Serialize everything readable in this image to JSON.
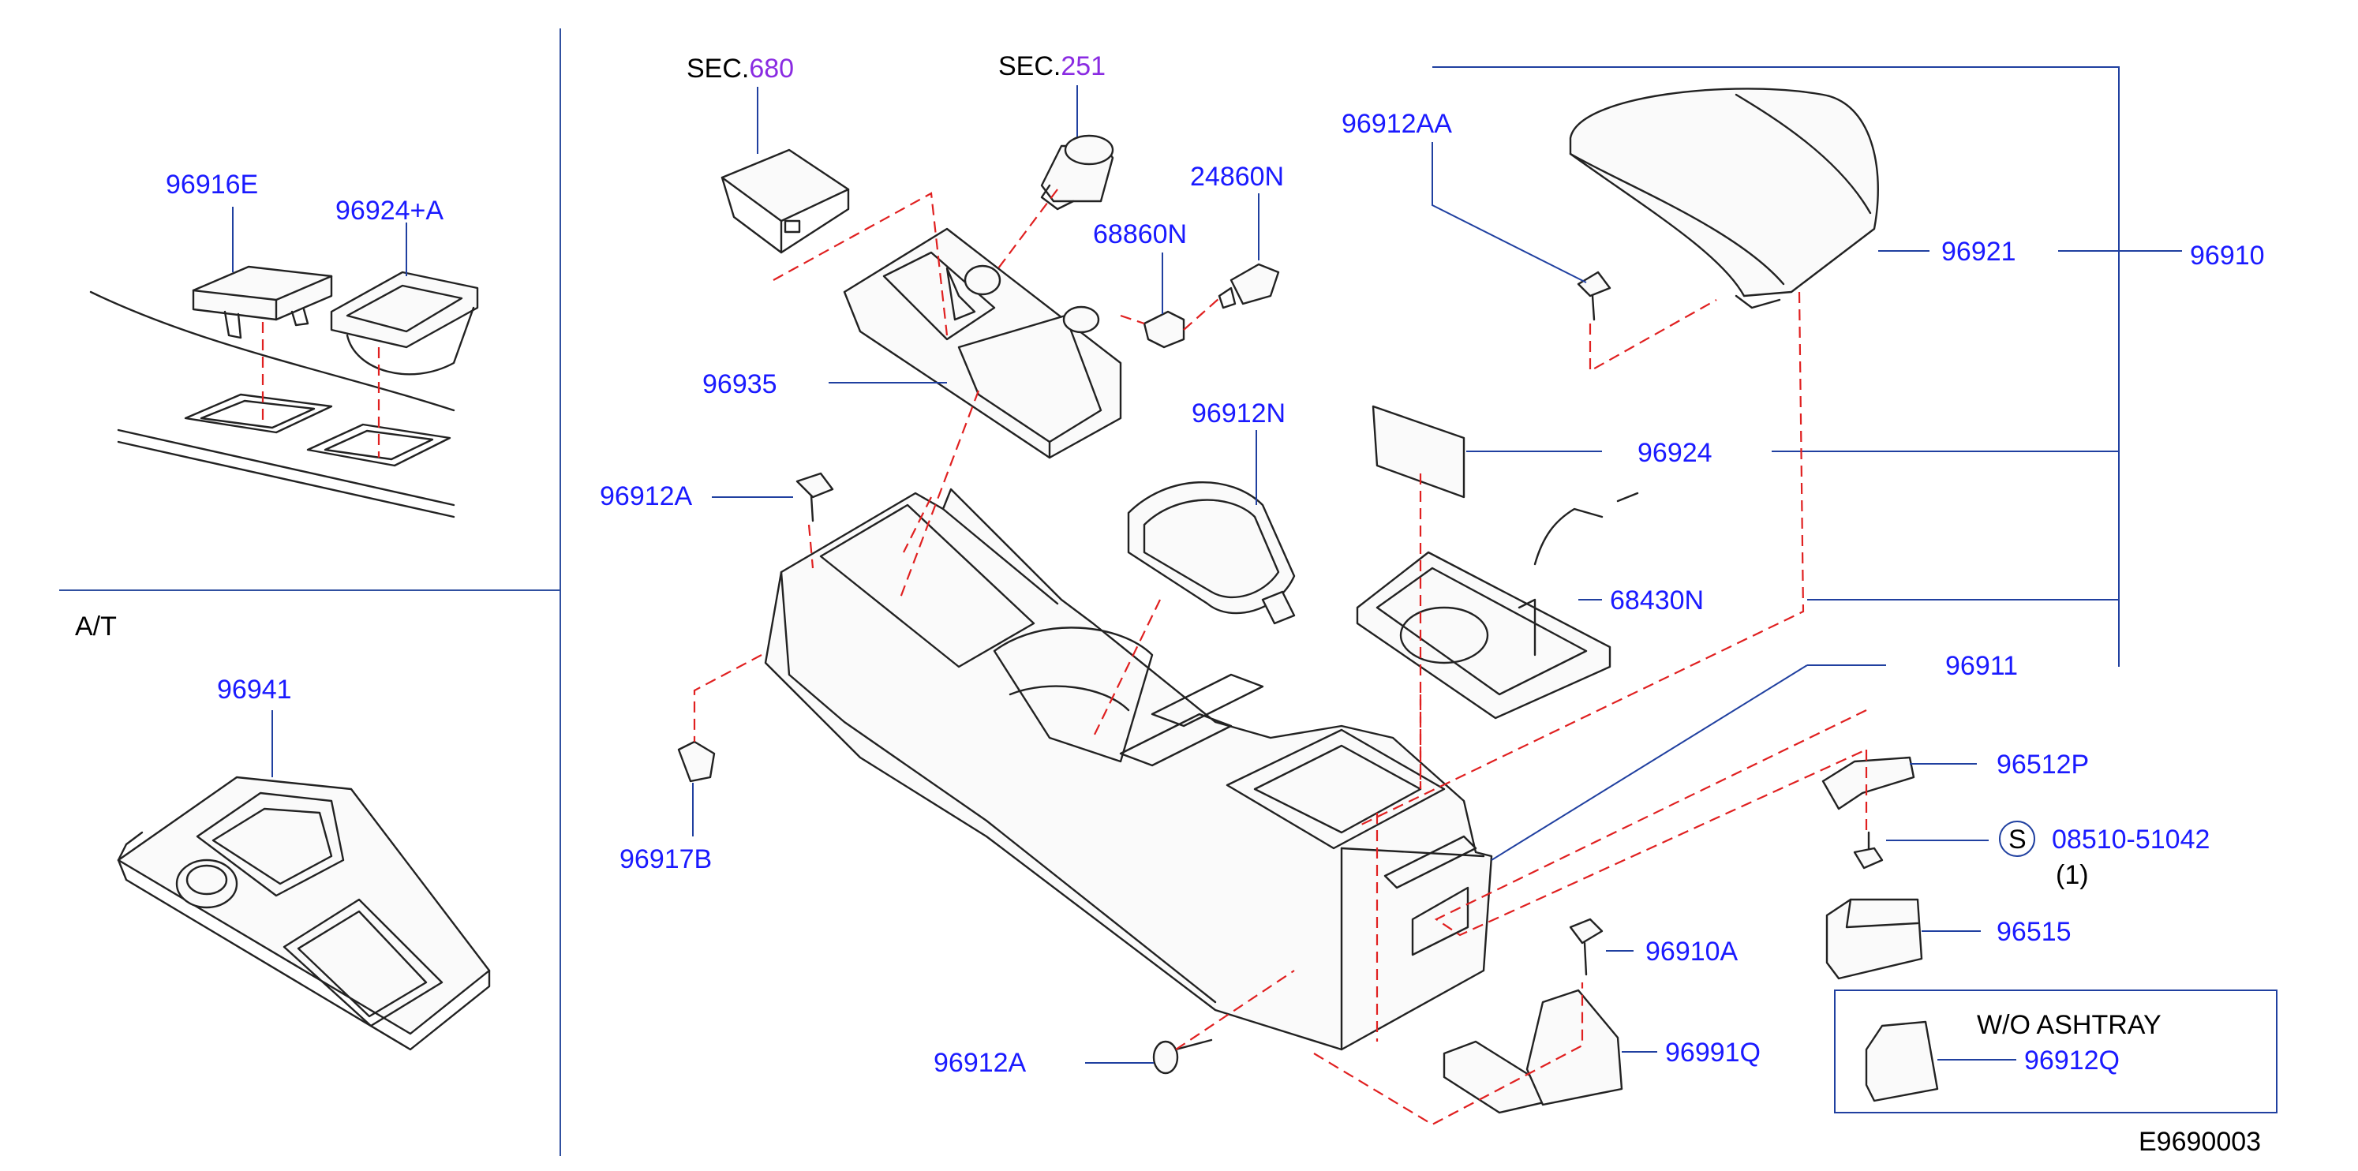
{
  "labels": {
    "sec680_prefix": "SEC.",
    "sec680_num": "680",
    "sec251_prefix": "SEC.",
    "sec251_num": "251",
    "p96916E": "96916E",
    "p96924A": "96924+A",
    "at": "A/T",
    "p96941": "96941",
    "p96912AA": "96912AA",
    "p24860N": "24860N",
    "p68860N": "68860N",
    "p96935": "96935",
    "p96912N": "96912N",
    "p96921": "96921",
    "p96910": "96910",
    "p96924": "96924",
    "p96912A_top": "96912A",
    "p68430N": "68430N",
    "p96911": "96911",
    "p96917B": "96917B",
    "p96512P": "96512P",
    "s_symbol": "S",
    "p08510": "08510-51042",
    "qty1": "(1)",
    "p96515": "96515",
    "p96910A": "96910A",
    "p96912A_bottom": "96912A",
    "p96991Q": "96991Q",
    "wo_ashtray": "W/O  ASHTRAY",
    "p96912Q": "96912Q",
    "drawing_code": "E9690003"
  },
  "colors": {
    "part_number": "#1a1aff",
    "section_number": "#8a2be2",
    "leader": "#2040a0",
    "dashed_guide": "#e02020",
    "outline": "#222222"
  }
}
